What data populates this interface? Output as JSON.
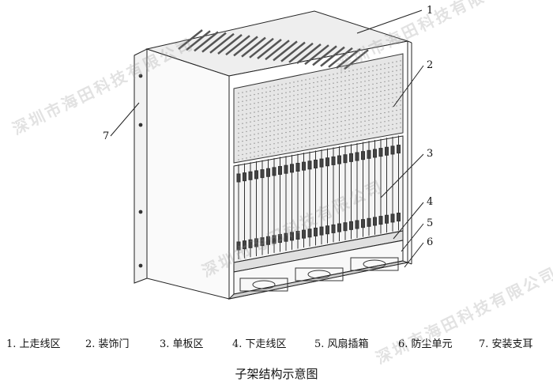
{
  "watermark": {
    "text": "深圳市海田科技有限公司"
  },
  "callouts": [
    "1",
    "2",
    "3",
    "4",
    "5",
    "6",
    "7"
  ],
  "legend": [
    {
      "num": "1.",
      "text": "上走线区"
    },
    {
      "num": "2.",
      "text": "装饰门"
    },
    {
      "num": "3.",
      "text": "单板区"
    },
    {
      "num": "4.",
      "text": "下走线区"
    },
    {
      "num": "5.",
      "text": "风扇插箱"
    },
    {
      "num": "6.",
      "text": "防尘单元"
    },
    {
      "num": "7.",
      "text": "安装支耳"
    }
  ],
  "caption": "子架结构示意图"
}
